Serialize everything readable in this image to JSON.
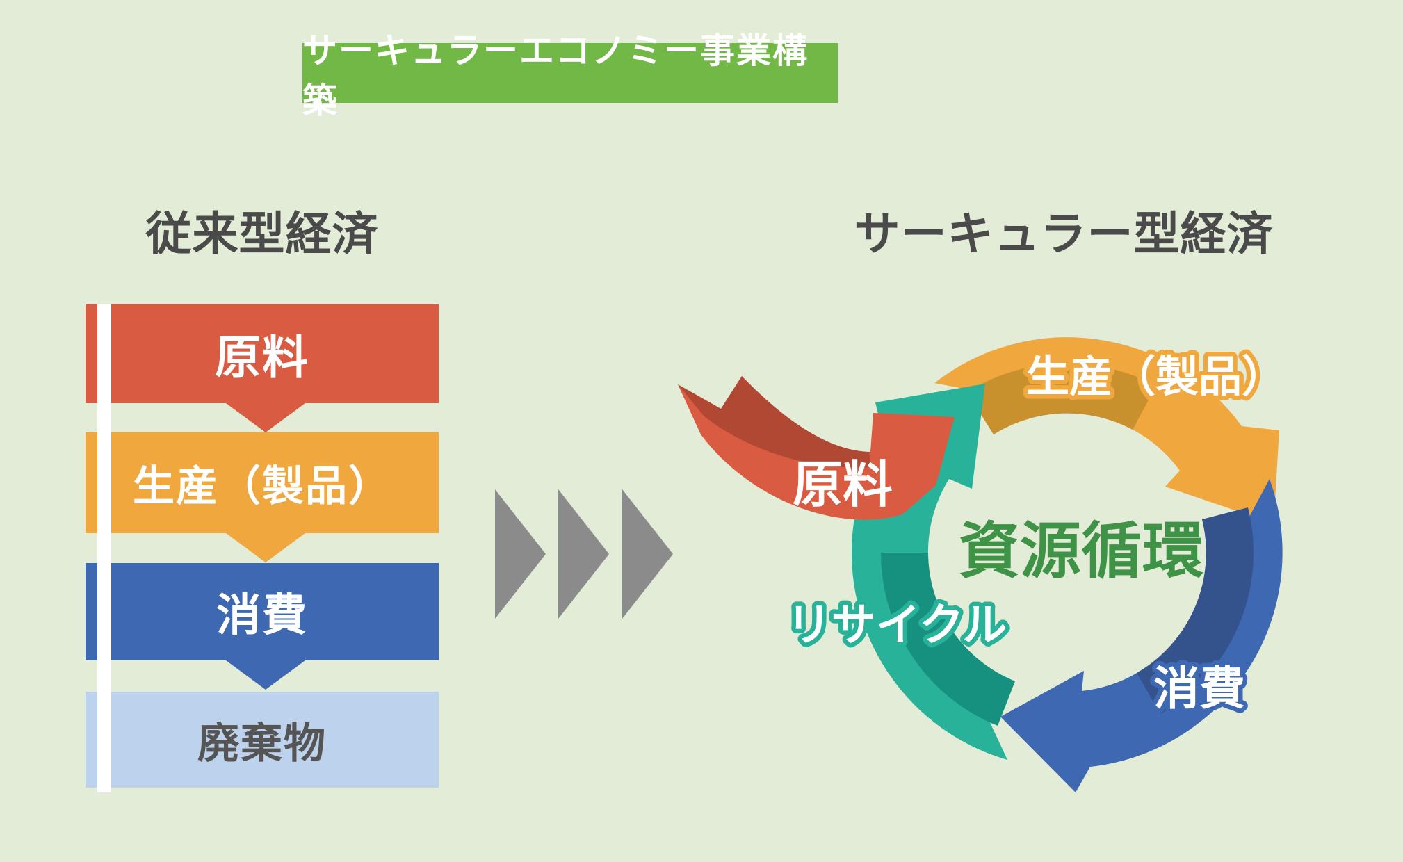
{
  "background": "#e3ecd7",
  "heading_color": "#4a4a4a",
  "title_banner": {
    "text": "サーキュラーエコノミー事業構築",
    "bg": "#72b847",
    "text_color": "#ffffff"
  },
  "linear_economy": {
    "heading": "従来型経済",
    "steps": [
      {
        "label": "原料",
        "color": "#d95b41",
        "text_color": "#ffffff"
      },
      {
        "label": "生産（製品）",
        "color": "#f0a73e",
        "text_color": "#ffffff"
      },
      {
        "label": "消費",
        "color": "#3e68b1",
        "text_color": "#ffffff"
      },
      {
        "label": "廃棄物",
        "color": "#bdd2ec",
        "text_color": "#555555"
      }
    ]
  },
  "transition": {
    "arrow_count": "3",
    "color": "#8b8b8b"
  },
  "circular_economy": {
    "heading": "サーキュラー型経済",
    "center_label": "資源循環",
    "center_color": "#3f9347",
    "stages": [
      {
        "label": "原料",
        "color": "#d95b41",
        "shadow": "#b04833"
      },
      {
        "label": "生産（製品）",
        "color": "#f0a73e",
        "shadow": "#c9902e"
      },
      {
        "label": "消費",
        "color": "#3e68b1",
        "shadow": "#34528c"
      },
      {
        "label": "リサイクル",
        "color": "#28b299",
        "shadow": "#16917f"
      }
    ]
  }
}
